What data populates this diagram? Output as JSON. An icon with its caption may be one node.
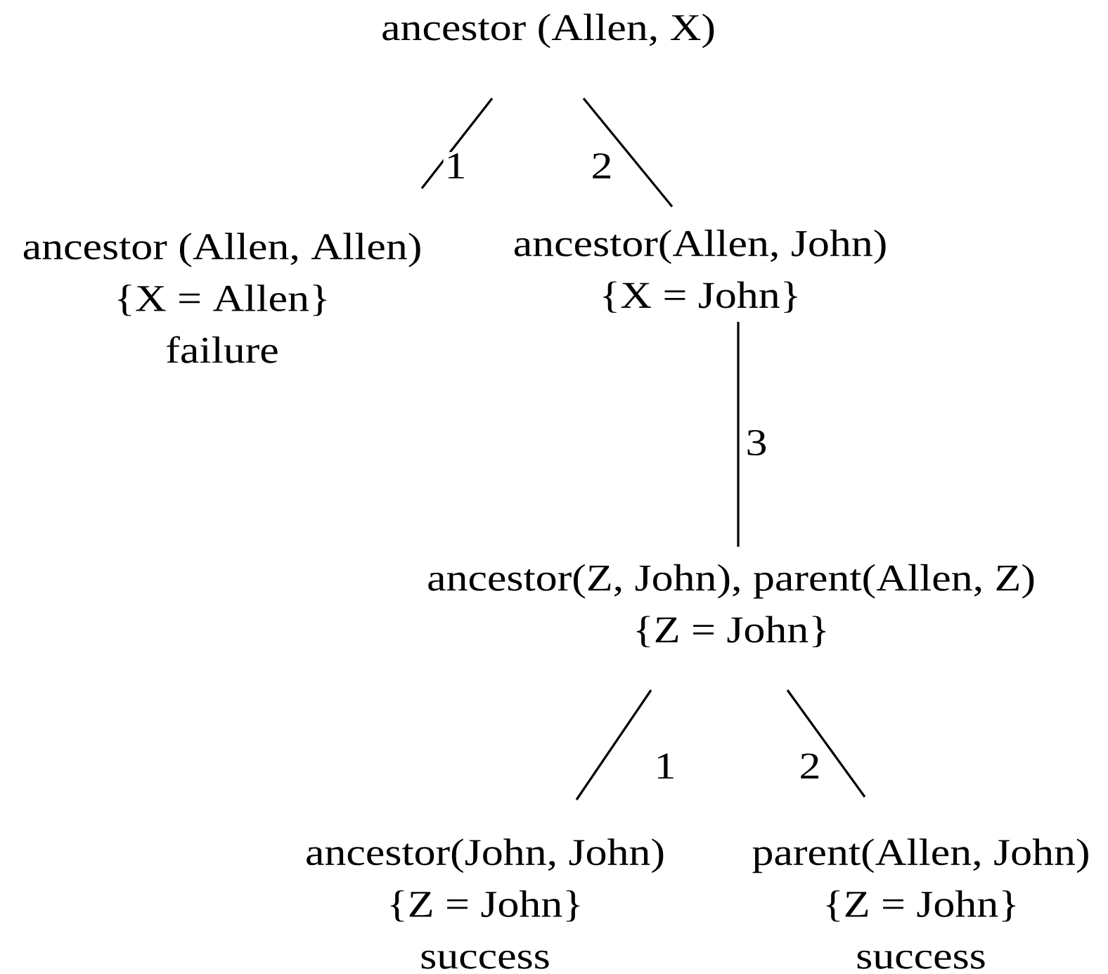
{
  "diagram": {
    "nodes": [
      {
        "text": [
          "ancestor (Allen, X)"
        ]
      },
      {
        "text": [
          "ancestor (Allen, Allen)",
          "{X = Allen}",
          "failure"
        ]
      },
      {
        "text": [
          "ancestor(Allen, John)",
          "{X = John}"
        ]
      },
      {
        "text": [
          "ancestor(Z, John), parent(Allen, Z)",
          "{Z = John}"
        ]
      },
      {
        "text": [
          "ancestor(John, John)",
          "{Z = John}",
          "success"
        ]
      },
      {
        "text": [
          "parent(Allen, John)",
          "{Z = John}",
          "success"
        ]
      }
    ],
    "edges": [
      {
        "from": 0,
        "to": 1,
        "arrow": "none",
        "label": "1"
      },
      {
        "from": 0,
        "to": 2,
        "arrow": "none",
        "label": "2"
      },
      {
        "from": 2,
        "to": 3,
        "arrow": "none",
        "label": "3"
      },
      {
        "from": 3,
        "to": 4,
        "arrow": "none",
        "label": "1"
      },
      {
        "from": 3,
        "to": 5,
        "arrow": "none",
        "label": "2"
      }
    ]
  }
}
